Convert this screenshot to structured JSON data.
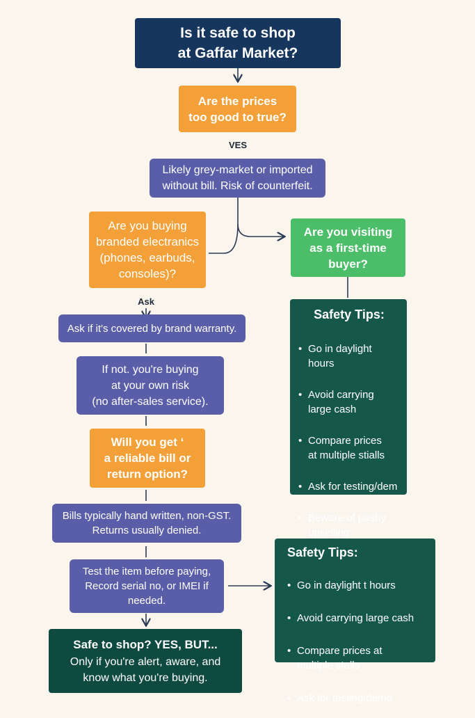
{
  "title": "Is it safe to shop\nat Gaffar Market?",
  "nodes": {
    "q_prices": "Are the prices\ntoo good to true?",
    "grey_market": "Likely grey-market or imported\nwithout bill. Risk of counterfeit.",
    "q_branded": "Are you buying\nbranded electranics\n(phones, earbuds,\nconsoles)?",
    "q_first_time": "Are you visiting\nas a first-time\nbuyer?",
    "warranty": "Ask if it's covered by brand warranty.",
    "own_risk": "If not. you're buying\nat your own risk\n(no after-sales service).",
    "q_bill": "Will you get ‘\na reliable bill or\nreturn option?",
    "bills_note": "Bills typically hand written, non-GST.\nReturns usually denied.",
    "test_item": "Test the item before paying,\nRecord serial no, or IMEI if\nneeded."
  },
  "edge_labels": {
    "yes": "VES",
    "ask": "Ask"
  },
  "tips_top": {
    "title": "Safety Tips:",
    "items": [
      "Go in daylight hours",
      "Avoid carrying\nlarge cash",
      "Compare prices\nat multiple stialls",
      "Ask for testing/dem",
      "Beware of pushy\nupselling\n(\"Last piece, offer\nonly now!\")"
    ]
  },
  "tips_bottom": {
    "title": "Safety Tips:",
    "items": [
      "Go in daylight t hours",
      "Avoid carrying large cash",
      "Compare prices at\nmultiple stalls",
      "Ask for testing/demo"
    ]
  },
  "final": {
    "title": "Safe to shop? YES, BUT...",
    "body": "Only if you're alert, aware, and\nknow what you're buying."
  },
  "colors": {
    "navy": "#17365d",
    "orange": "#f4a038",
    "purple": "#5a5ea8",
    "green": "#4cbd68",
    "teal": "#15584a",
    "connector": "#2a3a55",
    "background": "#faf6ee"
  }
}
